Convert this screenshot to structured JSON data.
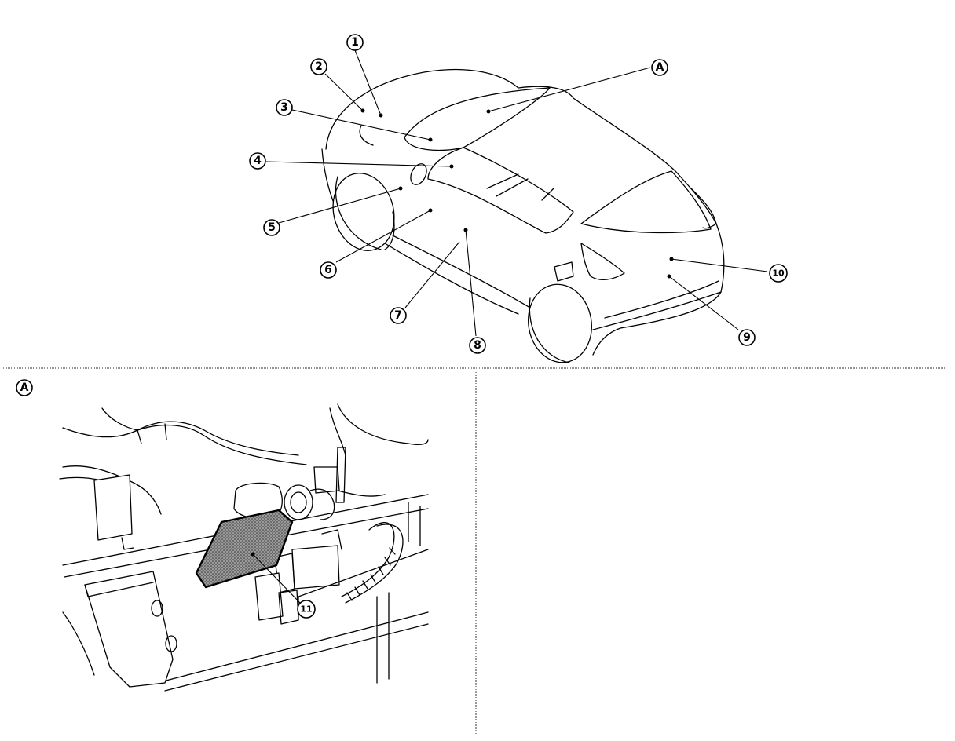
{
  "callouts": {
    "c1": "1",
    "c2": "2",
    "c3": "3",
    "c4": "4",
    "c5": "5",
    "c6": "6",
    "c7": "7",
    "c8": "8",
    "c9": "9",
    "c10": "10",
    "c11": "11",
    "cA": "A"
  },
  "detail": {
    "label": "A"
  },
  "colors": {
    "ink": "#000000",
    "paper": "#ffffff",
    "hatch": "#7a7a7a"
  }
}
